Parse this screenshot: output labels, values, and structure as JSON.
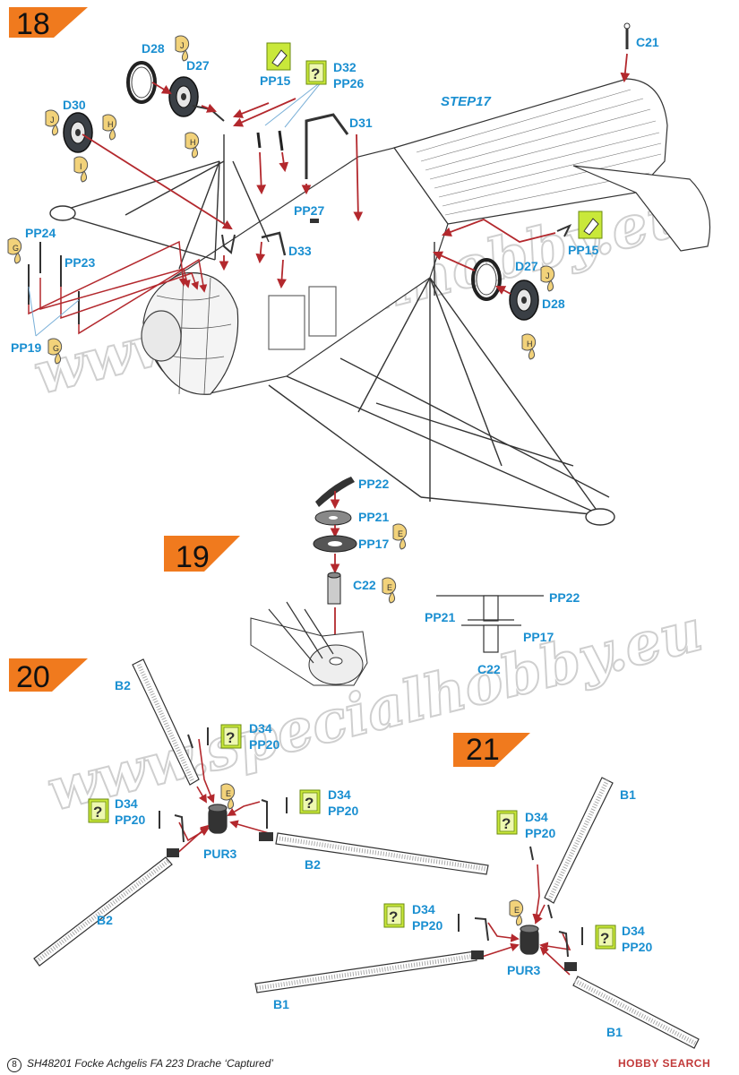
{
  "steps": {
    "s18": "18",
    "s19": "19",
    "s20": "20",
    "s21": "21"
  },
  "step_title": "STEP17",
  "watermark": "www.specialhobby.eu",
  "labels": {
    "c21": "C21",
    "d28a": "D28",
    "d27a": "D27",
    "d30": "D30",
    "pp15a": "PP15",
    "d32": "D32",
    "pp26": "PP26",
    "d31": "D31",
    "pp27": "PP27",
    "d33": "D33",
    "pp24": "PP24",
    "pp23": "PP23",
    "pp19": "PP19",
    "pp15b": "PP15",
    "d27b": "D27",
    "d28b": "D28",
    "pp22": "PP22",
    "pp21": "PP21",
    "pp17": "PP17",
    "c22": "C22",
    "s_pp22": "PP22",
    "s_pp21": "PP21",
    "s_pp17": "PP17",
    "s_c22": "C22",
    "b2a": "B2",
    "b2b": "B2",
    "b2c": "B2",
    "pur3a": "PUR3",
    "d34a": "D34",
    "pp20a": "PP20",
    "d34b": "D34",
    "pp20b": "PP20",
    "d34c": "D34",
    "pp20c": "PP20",
    "b1a": "B1",
    "b1b": "B1",
    "b1c": "B1",
    "pur3b": "PUR3",
    "d34d": "D34",
    "pp20d": "PP20",
    "d34e": "D34",
    "pp20e": "PP20",
    "d34f": "D34",
    "pp20f": "PP20"
  },
  "paint_codes": {
    "j1": "J",
    "h1": "H",
    "h2": "H",
    "j2": "J",
    "i1": "I",
    "g1": "G",
    "g2": "G",
    "j3": "J",
    "h3": "H",
    "e1": "E",
    "e2": "E",
    "e3": "E",
    "e4": "E"
  },
  "icons": {
    "help": "?",
    "pe_part": "photo-etched-part-icon",
    "paint_drop": "paint-drop-icon"
  },
  "footer": {
    "page": "8",
    "text": "SH48201  Focke Achgelis FA 223 Drache ‘Captured’"
  },
  "logo": {
    "brand": "HOBBY SEARCH"
  },
  "colors": {
    "step_flag": "#f07a1e",
    "label_blue": "#1a8fd1",
    "arrow_red": "#b3282d",
    "help_green": "#c9e83a",
    "paint_chip": "#f2d27a"
  }
}
